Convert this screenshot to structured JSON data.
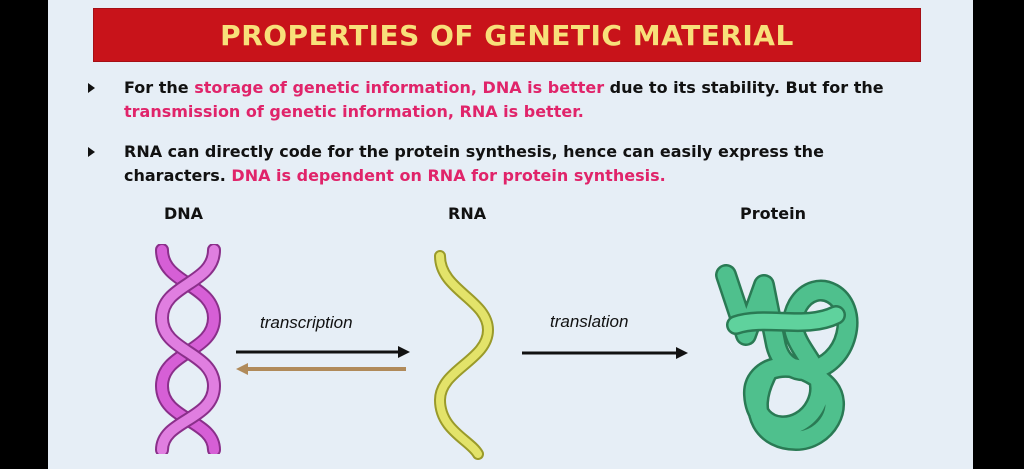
{
  "title": "PROPERTIES OF GENETIC MATERIAL",
  "bullets": [
    {
      "parts": [
        {
          "text": "For the ",
          "hl": false
        },
        {
          "text": "storage of genetic information, DNA is better",
          "hl": true
        },
        {
          "text": " due to its stability. But for the ",
          "hl": false
        },
        {
          "text": "transmission of genetic information, RNA is better.",
          "hl": true
        }
      ]
    },
    {
      "parts": [
        {
          "text": "RNA can directly code for the protein synthesis, hence can easily express the characters. ",
          "hl": false
        },
        {
          "text": "DNA is dependent on RNA for protein synthesis.",
          "hl": true
        }
      ]
    }
  ],
  "diagram": {
    "dna_label": "DNA",
    "rna_label": "RNA",
    "protein_label": "Protein",
    "transcription_label": "transcription",
    "translation_label": "translation"
  },
  "colors": {
    "title_bg": "#c8131a",
    "title_text": "#f8e07a",
    "highlight": "#e0246a",
    "dna": "#d65fd6",
    "rna": "#e3e36a",
    "protein": "#4fc08d",
    "reverse_arrow": "#b08a5a"
  }
}
